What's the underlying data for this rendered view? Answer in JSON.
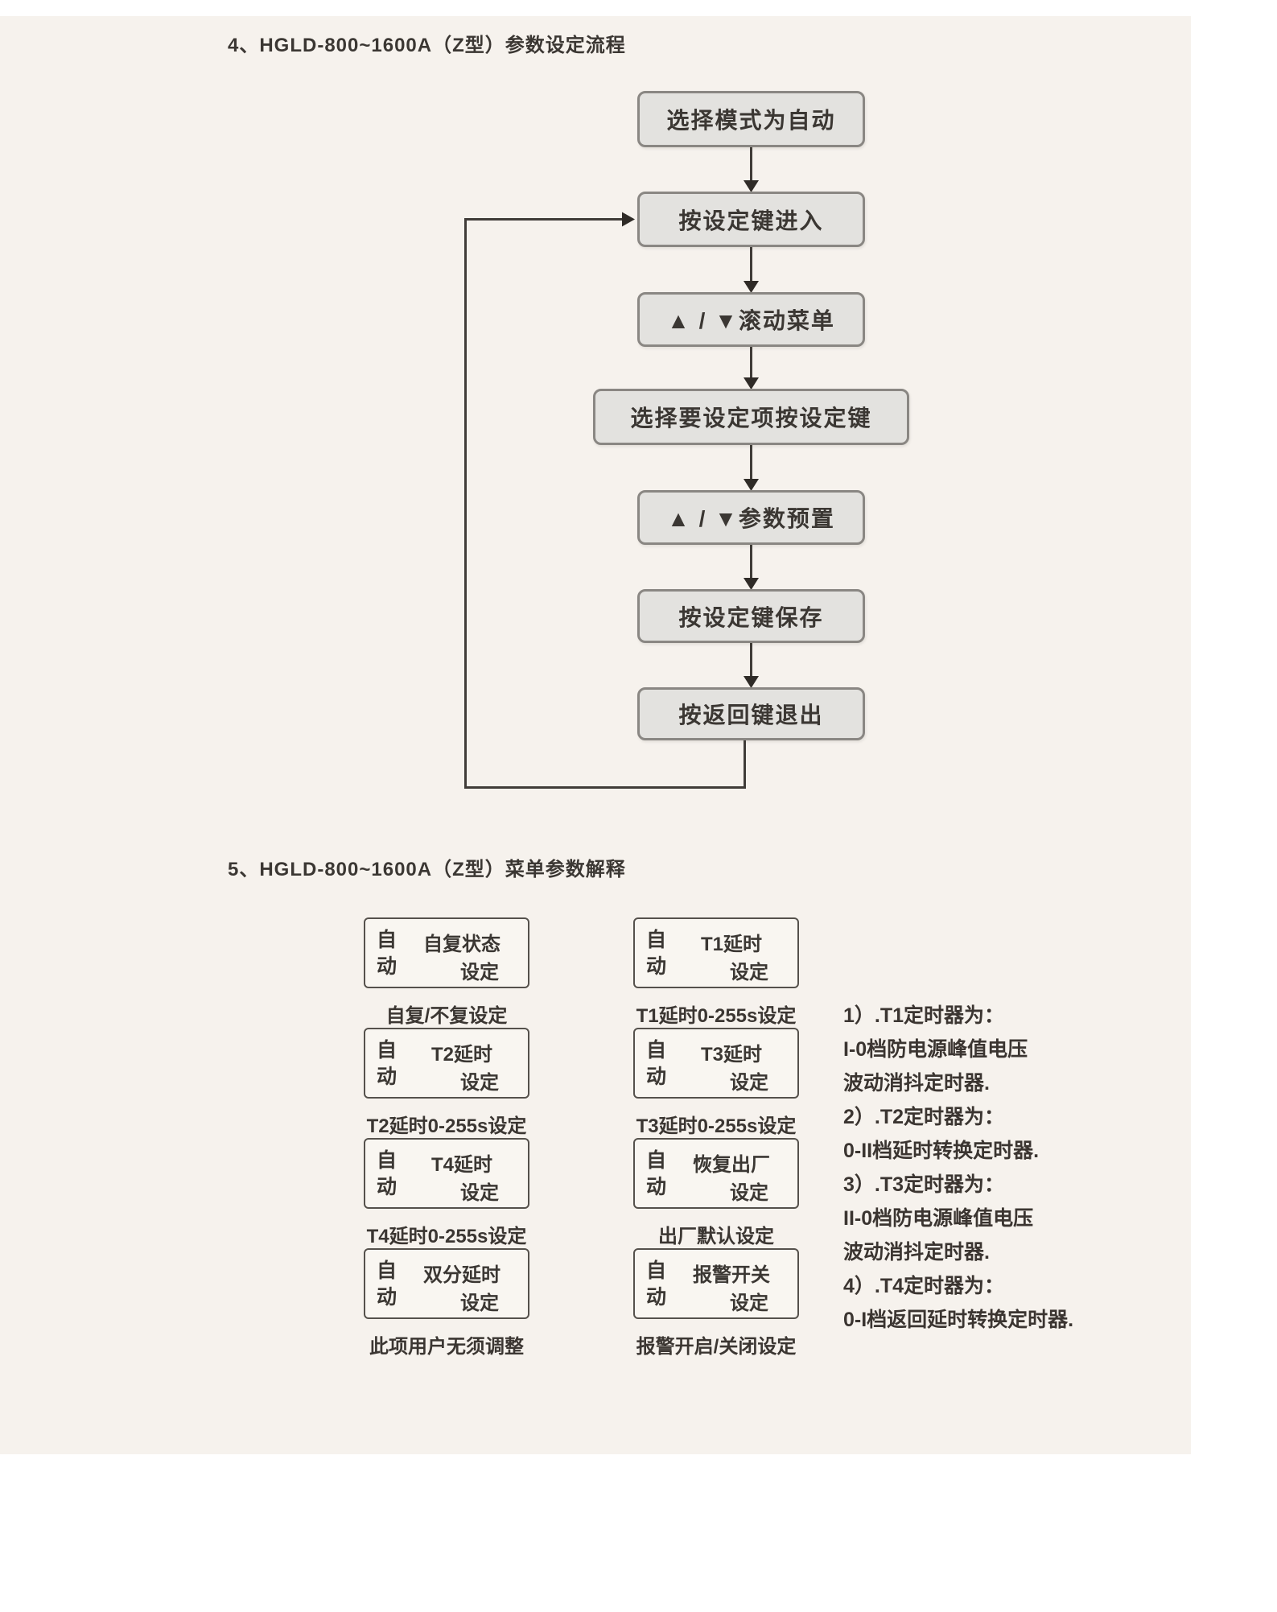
{
  "page": {
    "section4_title": "4、HGLD-800~1600A（Z型）参数设定流程",
    "section5_title": "5、HGLD-800~1600A（Z型）菜单参数解释"
  },
  "flowchart": {
    "steps": [
      {
        "label": "选择模式为自动"
      },
      {
        "label": "按设定键进入"
      },
      {
        "label": "▲ / ▼滚动菜单"
      },
      {
        "label": "选择要设定项按设定键"
      },
      {
        "label": "▲ / ▼参数预置"
      },
      {
        "label": "按设定键保存"
      },
      {
        "label": "按返回键退出"
      }
    ]
  },
  "menu": {
    "mode_label": "自动",
    "items": [
      {
        "line1": "自复状态",
        "line2": "设定",
        "caption": "自复/不复设定"
      },
      {
        "line1": "T2延时",
        "line2": "设定",
        "caption": "T2延时0-255s设定"
      },
      {
        "line1": "T4延时",
        "line2": "设定",
        "caption": "T4延时0-255s设定"
      },
      {
        "line1": "双分延时",
        "line2": "设定",
        "caption": "此项用户无须调整"
      },
      {
        "line1": "T1延时",
        "line2": "设定",
        "caption": "T1延时0-255s设定"
      },
      {
        "line1": "T3延时",
        "line2": "设定",
        "caption": "T3延时0-255s设定"
      },
      {
        "line1": "恢复出厂",
        "line2": "设定",
        "caption": "出厂默认设定"
      },
      {
        "line1": "报警开关",
        "line2": "设定",
        "caption": "报警开启/关闭设定"
      }
    ]
  },
  "notes": {
    "lines": [
      "1）.T1定时器为：",
      "I-0档防电源峰值电压",
      "波动消抖定时器.",
      "2）.T2定时器为：",
      "0-II档延时转换定时器.",
      "3）.T3定时器为：",
      "II-0档防电源峰值电压",
      "波动消抖定时器.",
      "4）.T4定时器为：",
      "0-I档返回延时转换定时器."
    ]
  },
  "colors": {
    "page_background": "#f6f2ed",
    "outer_background": "#ffffff",
    "flow_box_fill": "#e3e2df",
    "flow_box_border": "#8a8783",
    "menu_box_fill": "#f9f6f1",
    "menu_box_border": "#55514c",
    "line_color": "#403c38",
    "text_color": "#3b3733"
  }
}
